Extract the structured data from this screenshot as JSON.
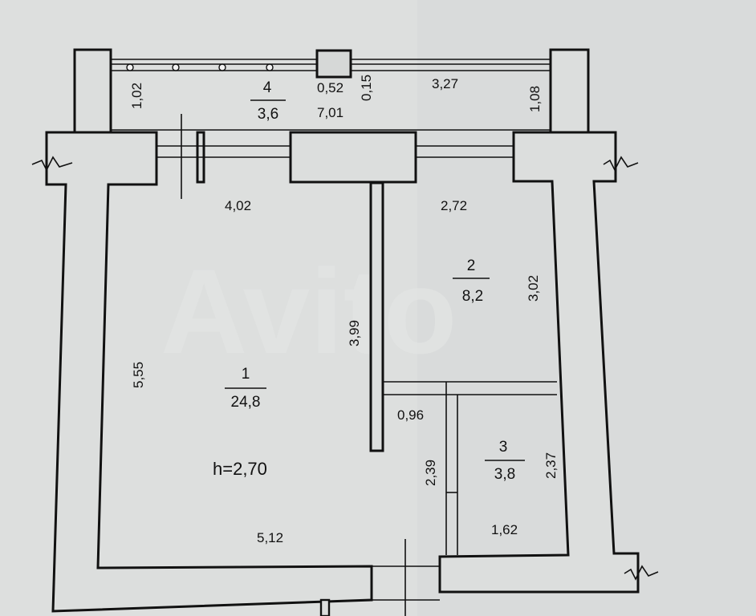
{
  "watermark": "Avito",
  "ceiling_height": "h=2,70",
  "rooms": [
    {
      "number": "1",
      "area": "24,8"
    },
    {
      "number": "2",
      "area": "8,2"
    },
    {
      "number": "3",
      "area": "3,8"
    },
    {
      "number": "4",
      "area": "3,6"
    }
  ],
  "dimensions": {
    "balcony_left": "1,02",
    "balcony_post": "0,52",
    "balcony_gap": "0,15",
    "balcony_right_span": "3,27",
    "balcony_right": "1,08",
    "balcony_length": "7,01",
    "room1_top": "4,02",
    "room2_top": "2,72",
    "room2_right": "3,02",
    "partition": "3,99",
    "room1_left": "5,55",
    "corridor_width": "0,96",
    "bath_left": "2,39",
    "bath_right": "2,37",
    "bath_bottom": "1,62",
    "room1_bottom": "5,12"
  }
}
